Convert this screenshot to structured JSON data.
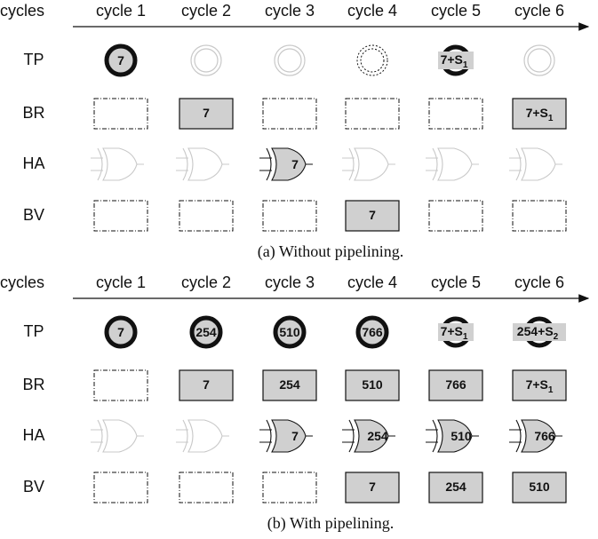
{
  "panels": [
    {
      "header_label": "cycles",
      "cycle_labels": [
        "cycle 1",
        "cycle 2",
        "cycle 3",
        "cycle 4",
        "cycle 5",
        "cycle 6"
      ],
      "row_labels": [
        "TP",
        "BR",
        "HA",
        "BV"
      ],
      "caption": "(a) Without pipelining.",
      "tp": [
        {
          "state": "active",
          "text": "7",
          "sub": ""
        },
        {
          "state": "idle",
          "text": "",
          "sub": ""
        },
        {
          "state": "idle",
          "text": "",
          "sub": ""
        },
        {
          "state": "dashed",
          "text": "",
          "sub": ""
        },
        {
          "state": "partial",
          "text": "7+S",
          "sub": "1"
        },
        {
          "state": "idle",
          "text": "",
          "sub": ""
        }
      ],
      "br": [
        {
          "filled": false,
          "text": "",
          "sub": ""
        },
        {
          "filled": true,
          "text": "7",
          "sub": ""
        },
        {
          "filled": false,
          "text": "",
          "sub": ""
        },
        {
          "filled": false,
          "text": "",
          "sub": ""
        },
        {
          "filled": false,
          "text": "",
          "sub": ""
        },
        {
          "filled": true,
          "text": "7+S",
          "sub": "1"
        }
      ],
      "ha": [
        {
          "filled": false,
          "text": ""
        },
        {
          "filled": false,
          "text": ""
        },
        {
          "filled": true,
          "text": "7"
        },
        {
          "filled": false,
          "text": ""
        },
        {
          "filled": false,
          "text": ""
        },
        {
          "filled": false,
          "text": ""
        }
      ],
      "bv": [
        {
          "filled": false,
          "text": ""
        },
        {
          "filled": false,
          "text": ""
        },
        {
          "filled": false,
          "text": ""
        },
        {
          "filled": true,
          "text": "7"
        },
        {
          "filled": false,
          "text": ""
        },
        {
          "filled": false,
          "text": ""
        }
      ]
    },
    {
      "header_label": "cycles",
      "cycle_labels": [
        "cycle 1",
        "cycle 2",
        "cycle 3",
        "cycle 4",
        "cycle 5",
        "cycle 6"
      ],
      "row_labels": [
        "TP",
        "BR",
        "HA",
        "BV"
      ],
      "caption": "(b) With pipelining.",
      "tp": [
        {
          "state": "active",
          "text": "7",
          "sub": ""
        },
        {
          "state": "active",
          "text": "254",
          "sub": ""
        },
        {
          "state": "active",
          "text": "510",
          "sub": ""
        },
        {
          "state": "active",
          "text": "766",
          "sub": ""
        },
        {
          "state": "partial",
          "text": "7+S",
          "sub": "1"
        },
        {
          "state": "partial",
          "text": "254+S",
          "sub": "2"
        }
      ],
      "br": [
        {
          "filled": false,
          "text": "",
          "sub": ""
        },
        {
          "filled": true,
          "text": "7",
          "sub": ""
        },
        {
          "filled": true,
          "text": "254",
          "sub": ""
        },
        {
          "filled": true,
          "text": "510",
          "sub": ""
        },
        {
          "filled": true,
          "text": "766",
          "sub": ""
        },
        {
          "filled": true,
          "text": "7+S",
          "sub": "1"
        }
      ],
      "ha": [
        {
          "filled": false,
          "text": ""
        },
        {
          "filled": false,
          "text": ""
        },
        {
          "filled": true,
          "text": "7"
        },
        {
          "filled": true,
          "text": "254"
        },
        {
          "filled": true,
          "text": "510"
        },
        {
          "filled": true,
          "text": "766"
        }
      ],
      "bv": [
        {
          "filled": false,
          "text": ""
        },
        {
          "filled": false,
          "text": ""
        },
        {
          "filled": false,
          "text": ""
        },
        {
          "filled": true,
          "text": "7"
        },
        {
          "filled": true,
          "text": "254"
        },
        {
          "filled": true,
          "text": "510"
        }
      ]
    }
  ],
  "colors": {
    "fill": "#d0d0d0",
    "stroke": "#111111",
    "idle": "#c8c8c8"
  }
}
